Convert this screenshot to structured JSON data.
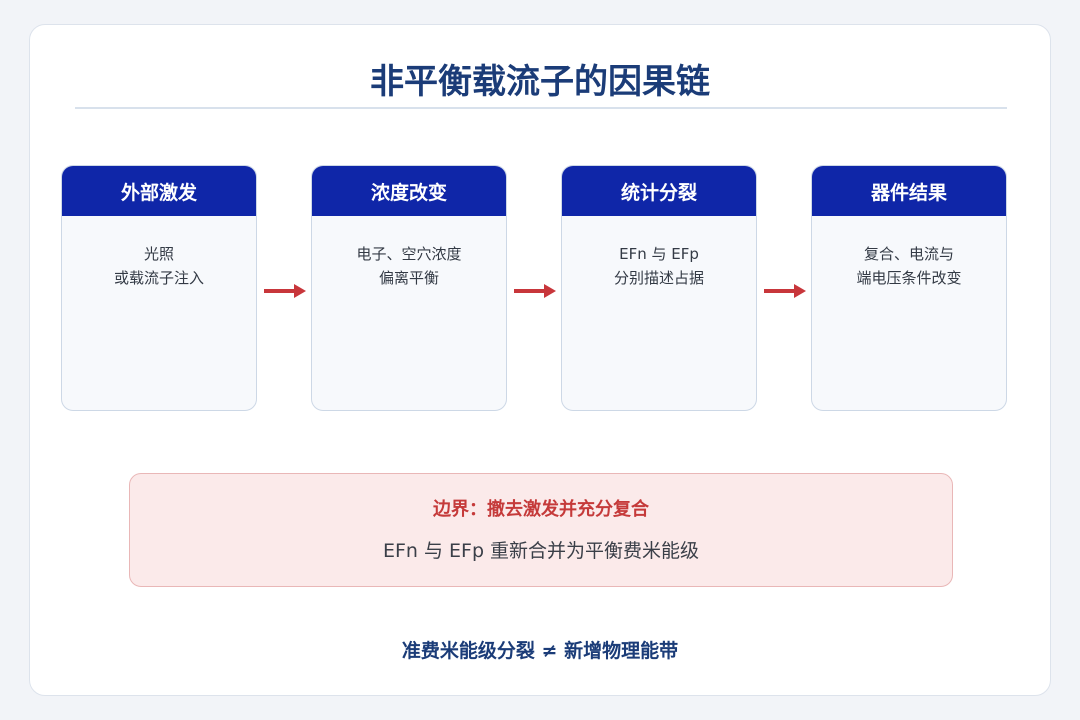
{
  "title": "非平衡载流子的因果链",
  "steps": [
    {
      "title": "外部激发",
      "lines": [
        "光照",
        "或载流子注入"
      ]
    },
    {
      "title": "浓度改变",
      "lines": [
        "电子、空穴浓度",
        "偏离平衡"
      ]
    },
    {
      "title": "统计分裂",
      "lines": [
        "EFn 与 EFp",
        "分别描述占据"
      ]
    },
    {
      "title": "器件结果",
      "lines": [
        "复合、电流与",
        "端电压条件改变"
      ]
    }
  ],
  "boundary": {
    "title": "边界：撤去激发并充分复合",
    "text": "EFn 与 EFp 重新合并为平衡费米能级"
  },
  "footer": "准费米能级分裂 ≠ 新增物理能带",
  "colors": {
    "title": "#1b3c78",
    "step_header": "#0f26a8",
    "arrow": "#c8363b",
    "boundary_title": "#c53a3a",
    "boundary_bg": "#fbeaea"
  }
}
